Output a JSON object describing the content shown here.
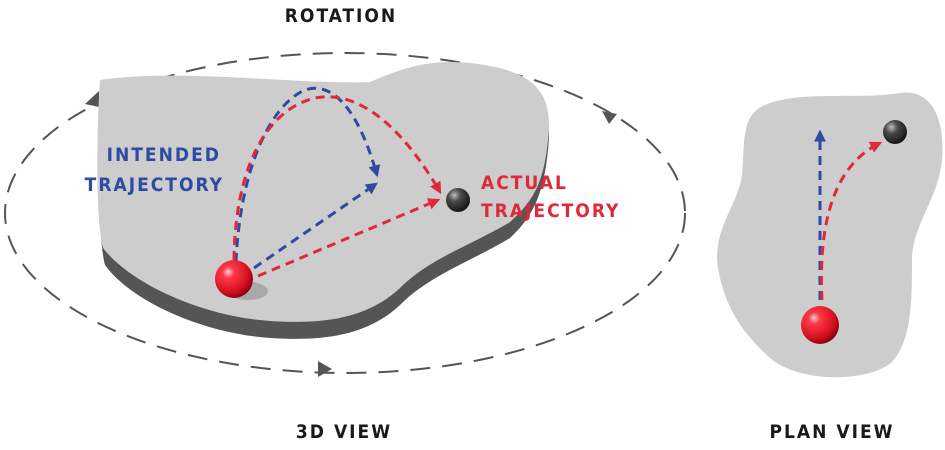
{
  "labels": {
    "rotation": "ROTATION",
    "intended_line1": "INTENDED",
    "intended_line2": "TRAJECTORY",
    "actual_line1": "ACTUAL",
    "actual_line2": "TRAJECTORY",
    "view_3d": "3D VIEW",
    "view_plan": "PLAN VIEW"
  },
  "colors": {
    "intended": "#2e4aa3",
    "actual": "#e0283a",
    "surface": "#cdcdcd",
    "surface_edge": "#5a5a5a",
    "rotation_dash": "#555555",
    "text": "#1a1a1a"
  }
}
